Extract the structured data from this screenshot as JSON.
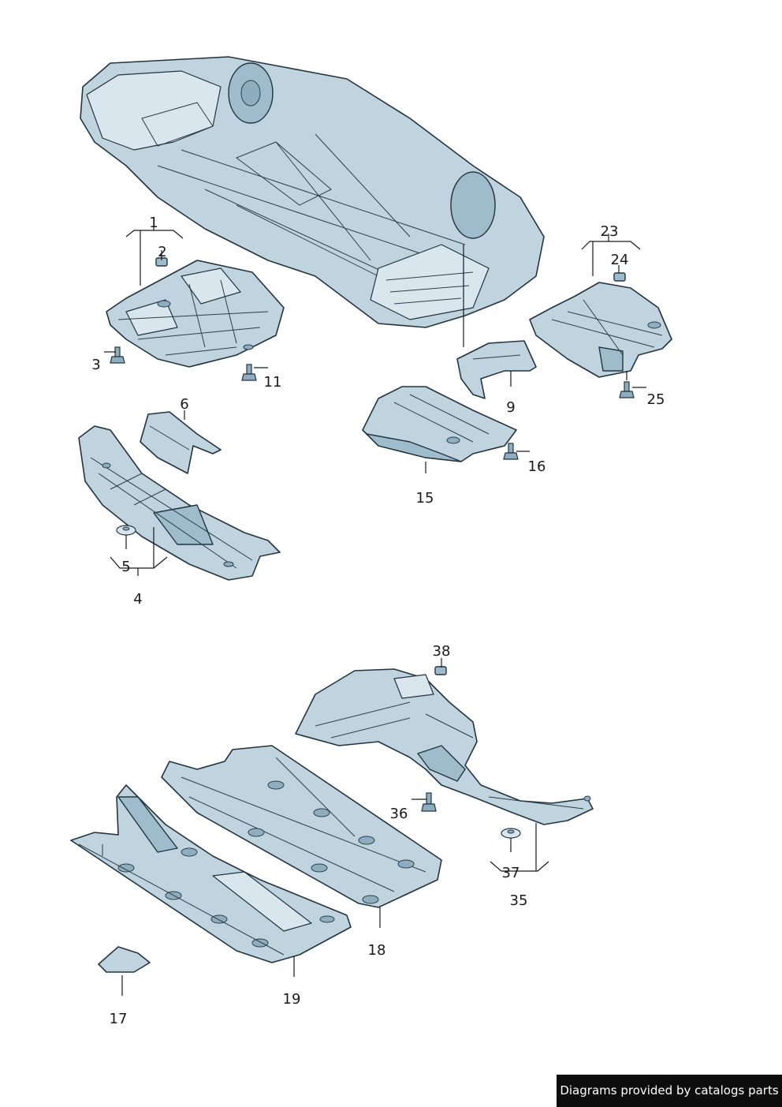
{
  "labels": {
    "p1": "1",
    "p2": "2",
    "p3": "3",
    "p4": "4",
    "p5": "5",
    "p6": "6",
    "p9": "9",
    "p11": "11",
    "p15": "15",
    "p16": "16",
    "p17": "17",
    "p18": "18",
    "p19": "19",
    "p23": "23",
    "p24": "24",
    "p25": "25",
    "p35": "35",
    "p36": "36",
    "p37": "37",
    "p38": "38"
  },
  "footer": {
    "text": "Diagrams provided by catalogs parts"
  },
  "colors": {
    "part_fill": "#bfd4df",
    "outline": "#23343f",
    "footer_bg": "#0d0d0d"
  }
}
